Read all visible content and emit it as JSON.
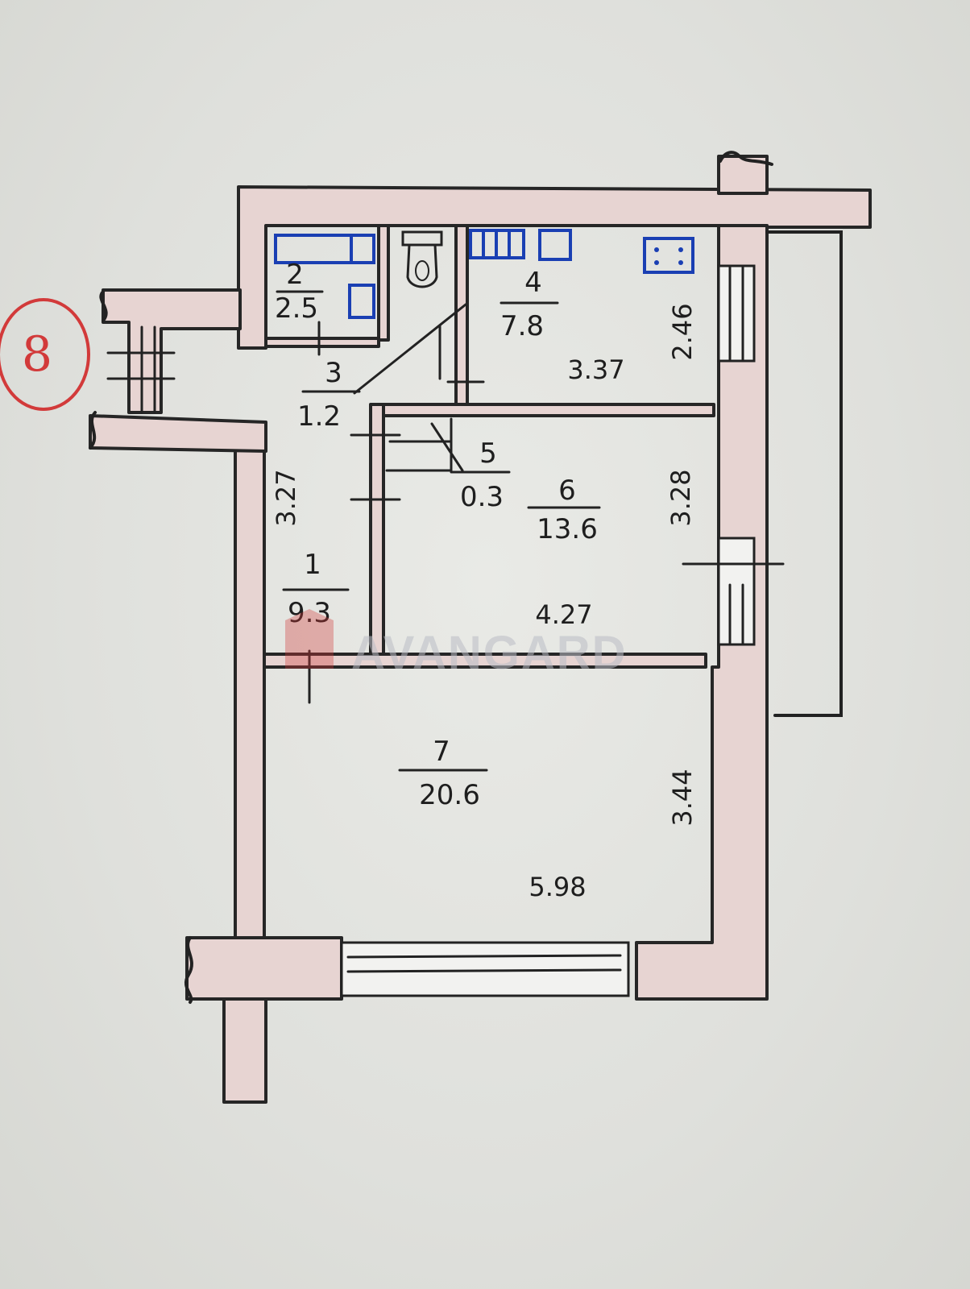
{
  "plan_number": "8",
  "watermark": "AVANGARD",
  "rooms": [
    {
      "id": "1",
      "area": "9.3"
    },
    {
      "id": "2",
      "area": "2.5"
    },
    {
      "id": "3",
      "area": "1.2"
    },
    {
      "id": "4",
      "area": "7.8"
    },
    {
      "id": "5",
      "area": "0.3"
    },
    {
      "id": "6",
      "area": "13.6"
    },
    {
      "id": "7",
      "area": "20.6"
    }
  ],
  "dimensions": {
    "kitchen_width": "3.37",
    "kitchen_depth": "2.46",
    "bedroom_width": "4.27",
    "bedroom_depth": "3.28",
    "hall_length": "3.27",
    "living_width": "5.98",
    "living_depth": "3.44"
  },
  "colors": {
    "wall_fill": "#e7d4d2",
    "fixtures": "#1a3fb3",
    "stamp": "#d23a3a"
  }
}
